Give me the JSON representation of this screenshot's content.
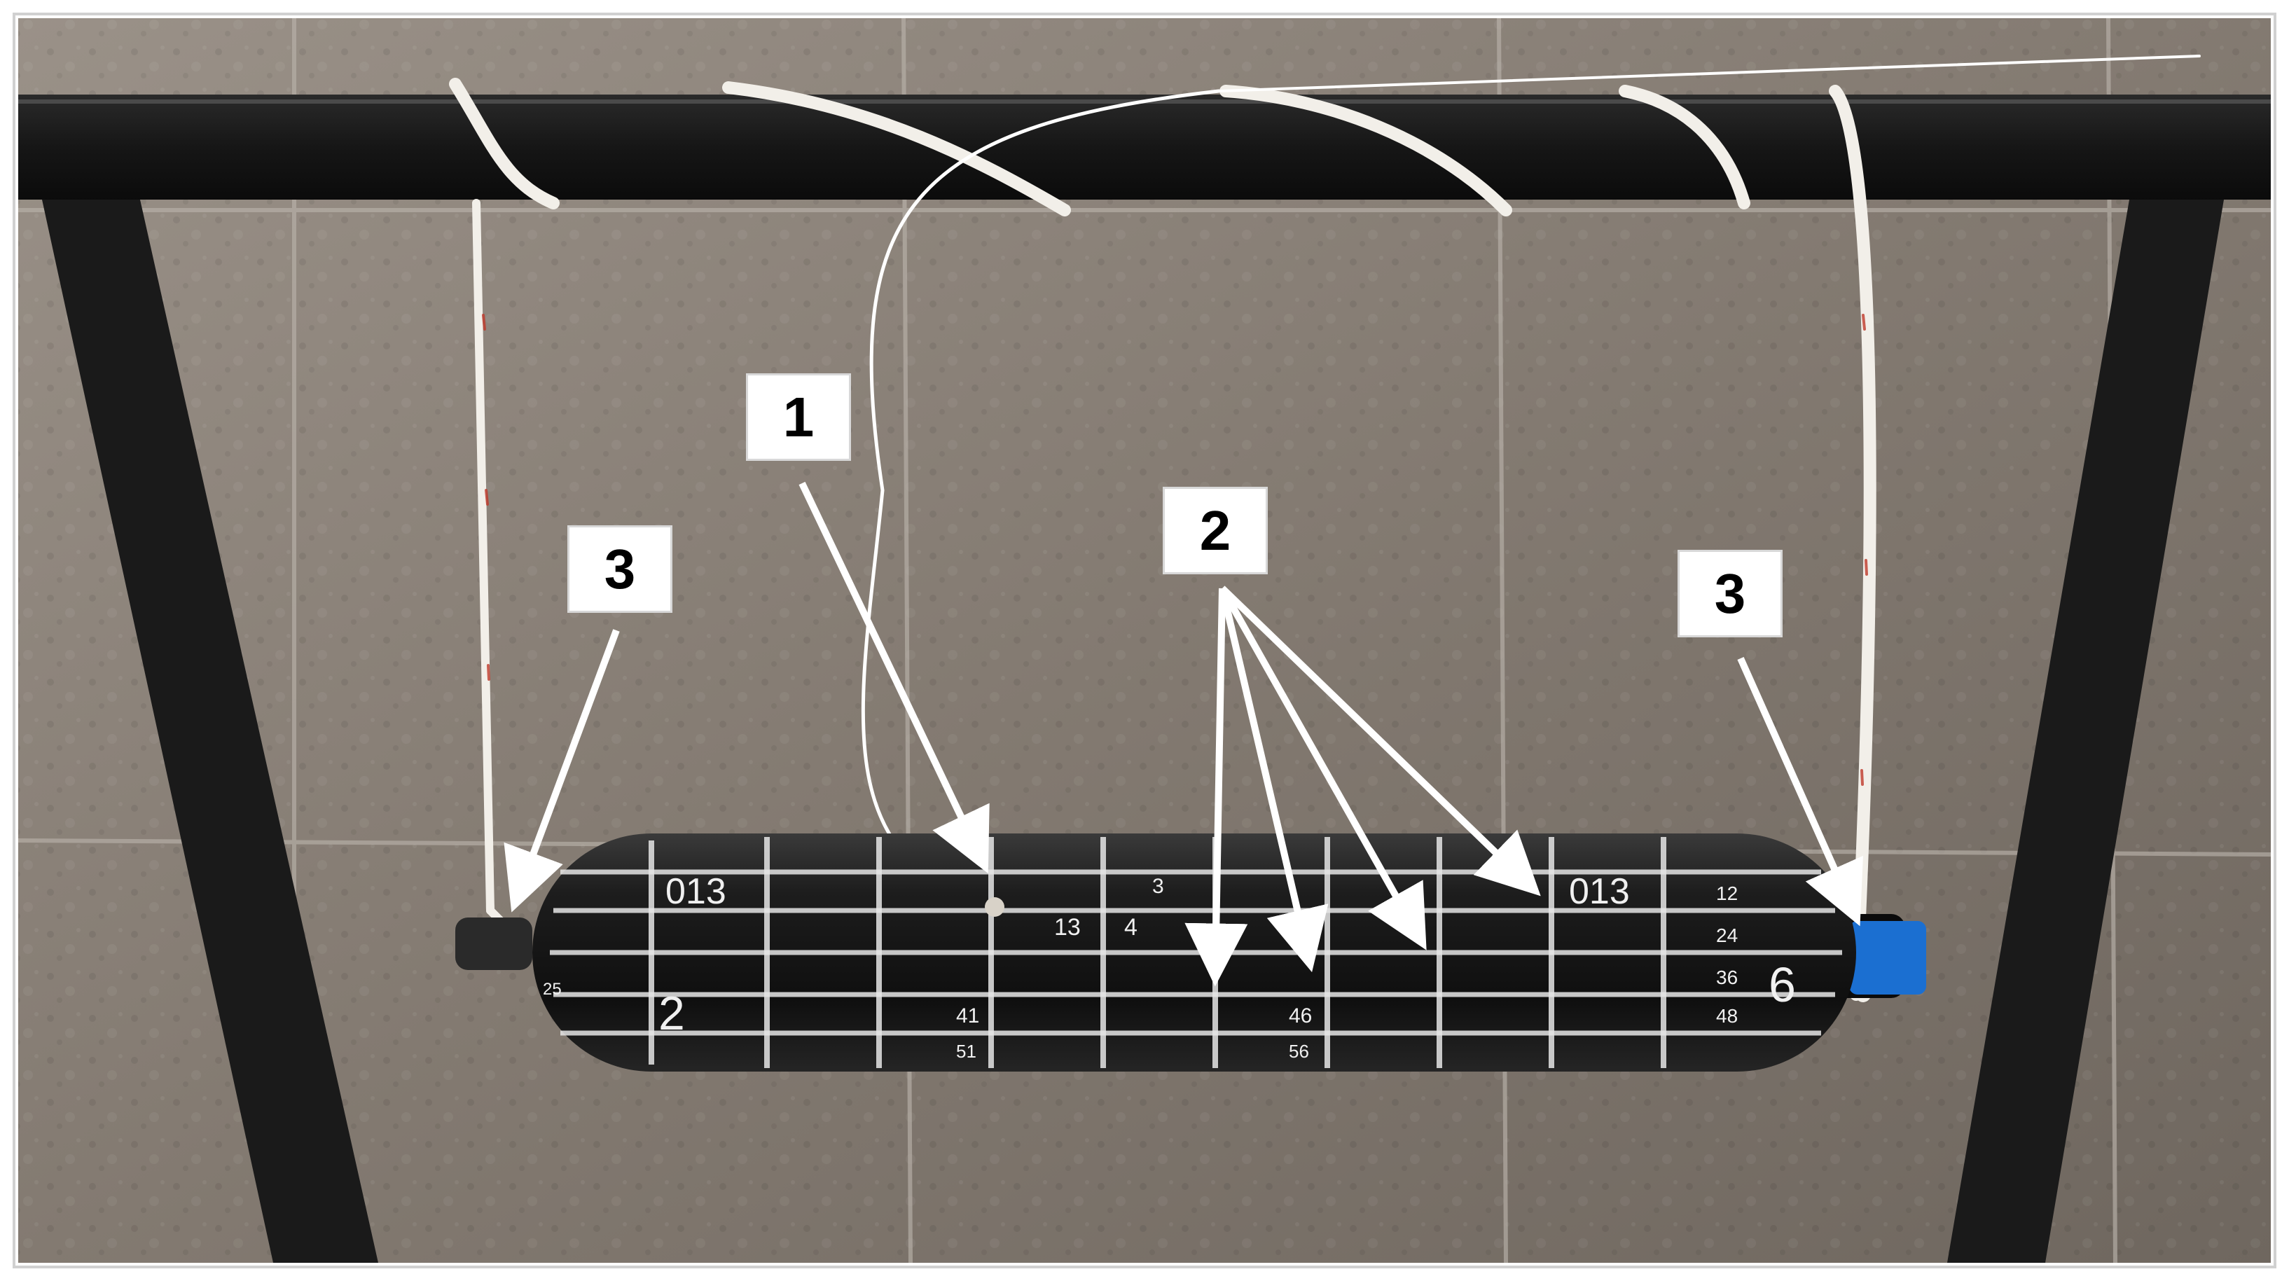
{
  "figure": {
    "callouts": [
      {
        "id": "label-1",
        "text": "1"
      },
      {
        "id": "label-2",
        "text": "2"
      },
      {
        "id": "label-3-left",
        "text": "3"
      },
      {
        "id": "label-3-right",
        "text": "3"
      }
    ],
    "cylinder_markings": {
      "serial_left": "013",
      "serial_right": "013",
      "number_2": "2",
      "number_6": "6",
      "small_numbers": [
        "13",
        "4",
        "41",
        "46",
        "51",
        "56",
        "3",
        "12",
        "24",
        "36",
        "48",
        "25"
      ]
    }
  },
  "colors": {
    "frame": "#1c1c1c",
    "cylinder": "#151515",
    "grid_lines": "#e6e6e6",
    "rope": "#f2efe9",
    "rope_marks": "#c0392b",
    "end_cap": "#1b6fd1",
    "wall": "#8a8178"
  }
}
